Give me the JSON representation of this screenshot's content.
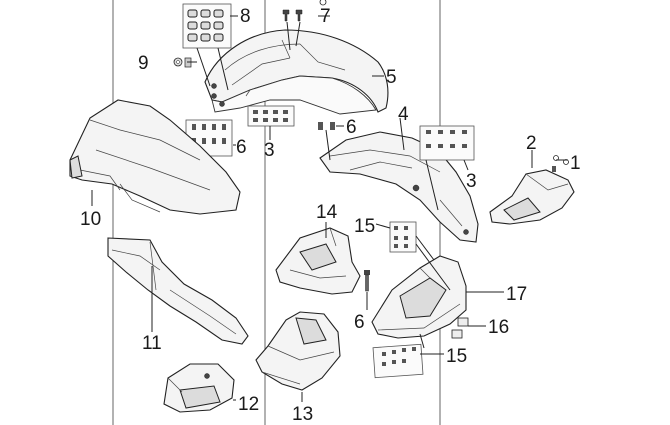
{
  "diagram": {
    "callouts": [
      {
        "id": "c1",
        "label": "1"
      },
      {
        "id": "c2",
        "label": "2"
      },
      {
        "id": "c3a",
        "label": "3"
      },
      {
        "id": "c3b",
        "label": "3"
      },
      {
        "id": "c4",
        "label": "4"
      },
      {
        "id": "c5",
        "label": "5"
      },
      {
        "id": "c6a",
        "label": "6"
      },
      {
        "id": "c6b",
        "label": "6"
      },
      {
        "id": "c6c",
        "label": "6"
      },
      {
        "id": "c7",
        "label": "7"
      },
      {
        "id": "c8",
        "label": "8"
      },
      {
        "id": "c9",
        "label": "9"
      },
      {
        "id": "c10",
        "label": "10"
      },
      {
        "id": "c11",
        "label": "11"
      },
      {
        "id": "c12",
        "label": "12"
      },
      {
        "id": "c13",
        "label": "13"
      },
      {
        "id": "c14",
        "label": "14"
      },
      {
        "id": "c15a",
        "label": "15"
      },
      {
        "id": "c15b",
        "label": "15"
      },
      {
        "id": "c16",
        "label": "16"
      },
      {
        "id": "c17",
        "label": "17"
      }
    ]
  }
}
